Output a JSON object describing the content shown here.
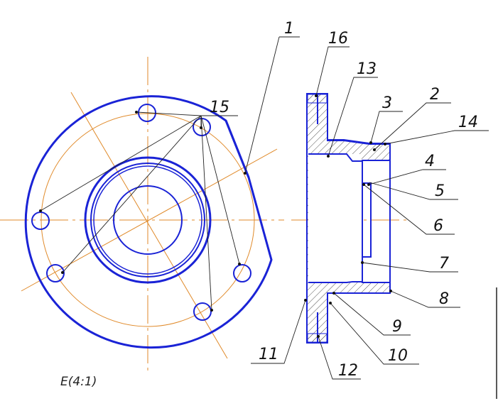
{
  "view_title": "Е(4:1)",
  "callouts": [
    "1",
    "2",
    "3",
    "4",
    "5",
    "6",
    "7",
    "8",
    "9",
    "10",
    "11",
    "12",
    "13",
    "14",
    "15",
    "16"
  ],
  "colors": {
    "outline": "#1a23d6",
    "centerline": "#e08a2a",
    "hatch": "#555555",
    "leader": "#222222"
  }
}
